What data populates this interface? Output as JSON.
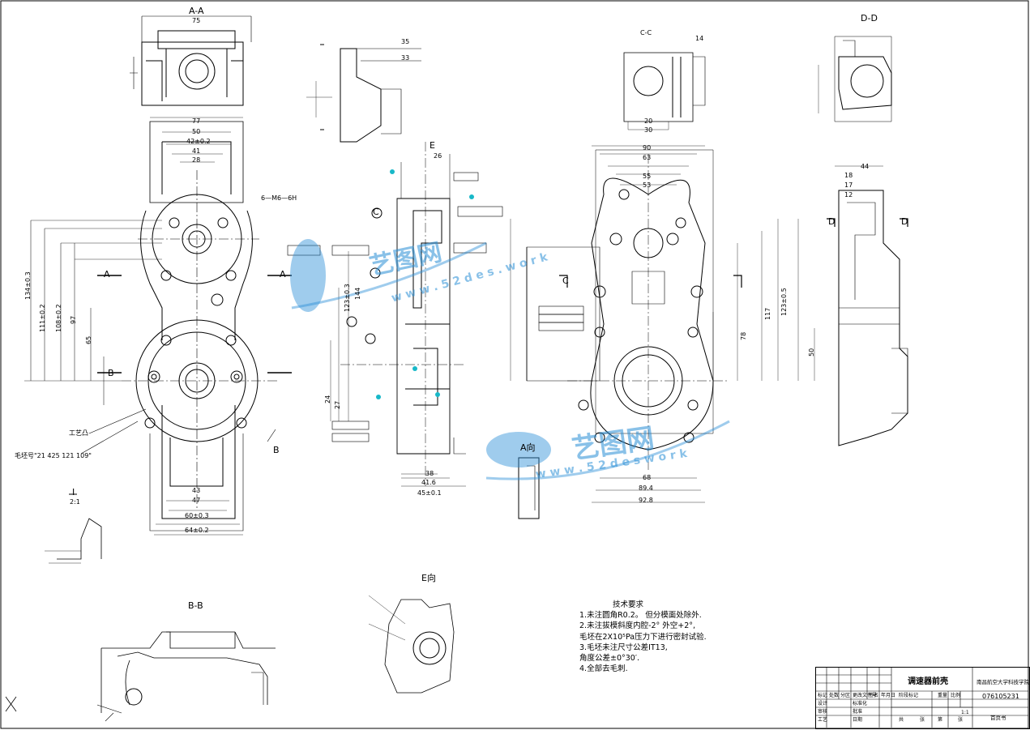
{
  "views": {
    "aa": "A-A",
    "cc": "C-C",
    "dd": "D-D",
    "bb": "B-B",
    "e_dir": "E向",
    "a_dir": "A向",
    "detail_i": "I",
    "detail_scale": "2:1"
  },
  "callouts": {
    "thread": "6—M6—6H",
    "process_boss": "工艺凸",
    "part_no": "毛坯号\"21 425 121 109\"",
    "section_A": "A",
    "section_B": "B",
    "section_C": "C",
    "section_D": "D",
    "section_E": "E"
  },
  "dims": {
    "w77": "77",
    "w75": "75",
    "w50": "50",
    "w42": "42±0.2",
    "w41": "41",
    "w28": "28",
    "w43": "43",
    "w47": "47",
    "w60": "60±0.3",
    "w64": "64±0.2",
    "w35": "35",
    "w33": "33",
    "w90": "90",
    "w63": "63",
    "w55": "55",
    "w53": "53",
    "w68": "68",
    "w89": "89.4",
    "w92": "92.8",
    "w44": "44",
    "w18": "18",
    "w17": "17",
    "w12": "12",
    "w30": "30",
    "w20": "20",
    "w14": "14",
    "w26": "26",
    "w38": "38",
    "w41_6": "41.6",
    "w45": "45±0.1",
    "h134": "134±0.3",
    "h111": "111±0.2",
    "h108": "108±0.2",
    "h97": "97",
    "h65": "65",
    "h117": "117",
    "h78": "78",
    "h123": "123±0.3",
    "h144": "144",
    "h123b": "123±0.5",
    "h50": "50",
    "h24": "24",
    "h27": "27"
  },
  "tech_req": {
    "title": "技术要求",
    "lines": [
      "1.未注圆角R0.2。 但分模面处除外.",
      "2.未注拔模斜度内腔-2° 外空+2°,",
      "毛坯在2X10⁵Pa压力下进行密封试验.",
      "3.毛坯未注尺寸公差IT13,",
      "      角度公差±0°30′.",
      "4.全部去毛刺."
    ]
  },
  "title_block": {
    "part_name": "调速器前壳",
    "school": "南昌航空大学科技学院",
    "drawing_no": "076105231",
    "scale": "1:1",
    "material_note": "首页书",
    "row_labels": [
      "标记",
      "处数",
      "分区",
      "更改文件号",
      "签名",
      "年月日"
    ],
    "left_labels": [
      "设计",
      "审核",
      "工艺"
    ],
    "mid_labels": [
      "标准化",
      "批准",
      "日期"
    ],
    "right_labels": [
      "阶段标记",
      "重量",
      "比例"
    ],
    "sheet_labels": [
      "共",
      "张",
      "第",
      "张"
    ]
  },
  "watermark": {
    "brand": "艺图网",
    "url1": "w w w . 5 2 d e s . w o r k",
    "url2": "w w w . 5 2 d e s w o r k"
  },
  "colors": {
    "line": "#000000",
    "watermark": "#2a8fd6",
    "accent_marks": "#18b8c8"
  }
}
